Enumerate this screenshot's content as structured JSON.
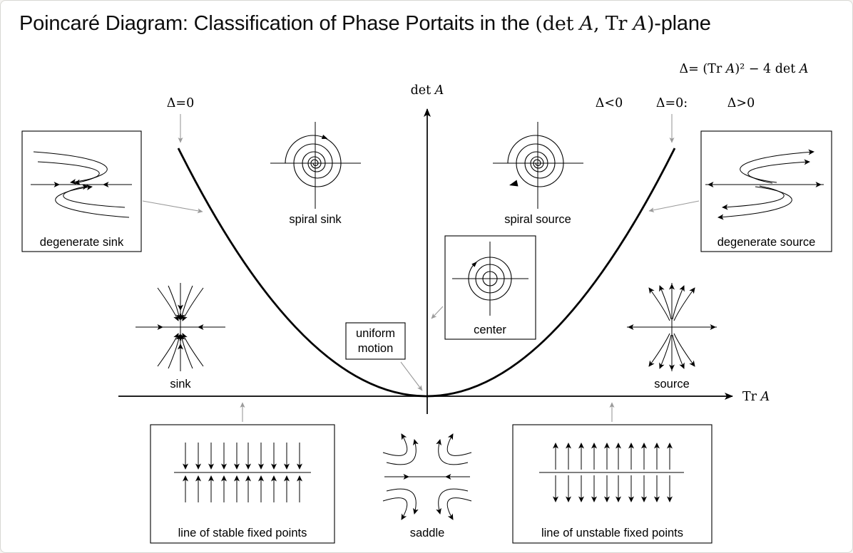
{
  "title": {
    "p1": "Poincaré Diagram: Classification of Phase Portaits in the ",
    "m1": "(det ",
    "a1": "A",
    "m2": ", Tr ",
    "a2": "A",
    "m3": ")",
    "p2": "-plane"
  },
  "formula": {
    "p1": "Δ= (Tr ",
    "a1": "A",
    "p2": ")² − 4 det ",
    "a2": "A"
  },
  "axes": {
    "y_prefix": "det ",
    "y_var": "A",
    "x_prefix": "Tr ",
    "x_var": "A"
  },
  "delta_labels": {
    "left": "Δ=0",
    "neg": "Δ<0",
    "zero": "Δ=0:",
    "pos": "Δ>0"
  },
  "regions": {
    "spiral_sink": "spiral sink",
    "spiral_source": "spiral source",
    "center": "center",
    "sink": "sink",
    "source": "source",
    "saddle": "saddle",
    "uniform_line1": "uniform",
    "uniform_line2": "motion",
    "degenerate_sink": "degenerate sink",
    "degenerate_source": "degenerate source",
    "stable_line": "line of stable fixed points",
    "unstable_line": "line of unstable fixed points"
  },
  "colors": {
    "ink": "#000000",
    "gray_arrow": "#9a9a9a",
    "background": "#ffffff",
    "border": "#d8d7d3"
  }
}
